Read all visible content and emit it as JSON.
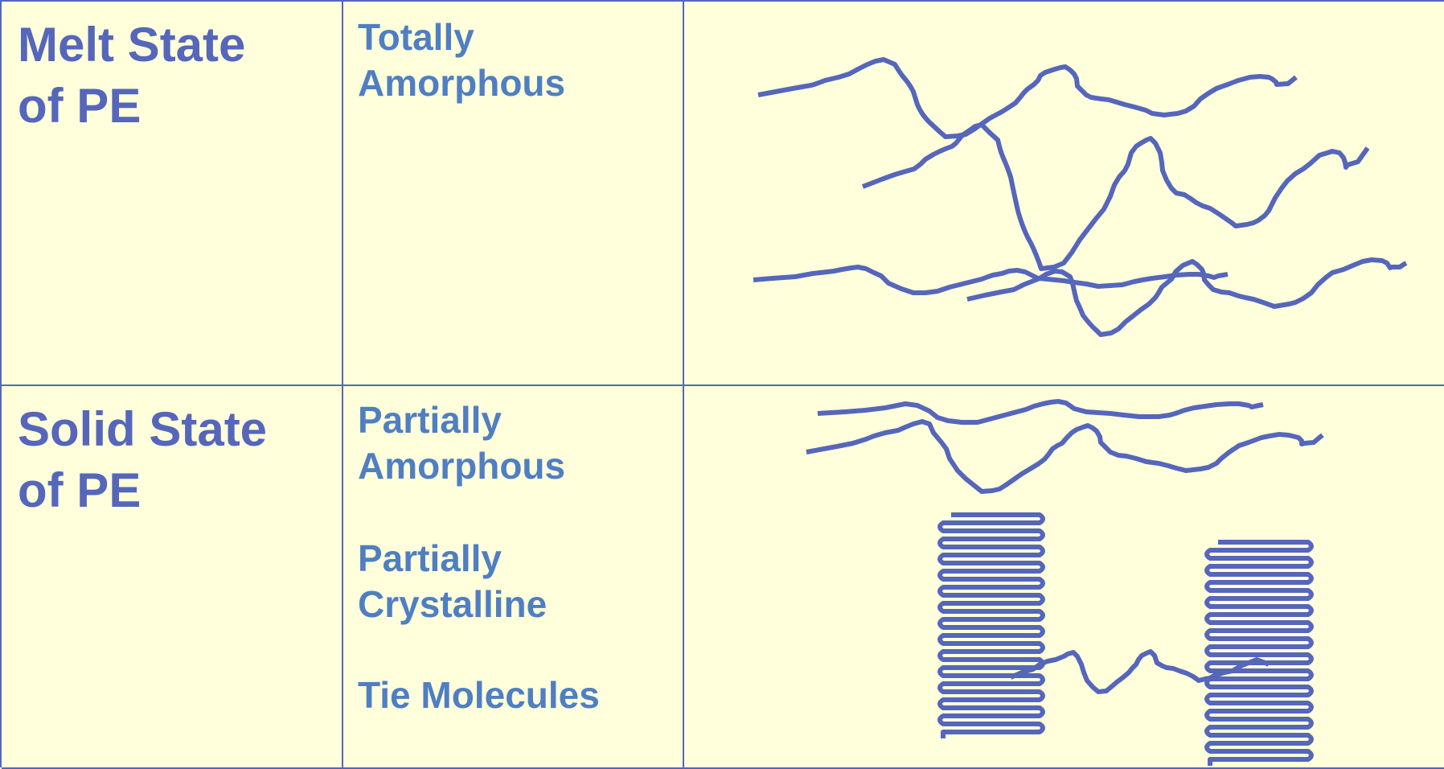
{
  "rows": [
    {
      "title": "Melt State\nof PE",
      "descriptions": [
        "Totally\nAmorphous"
      ]
    },
    {
      "title": "Solid State\nof PE",
      "descriptions": [
        "Partially\nAmorphous",
        "Partially\nCrystalline",
        "Tie Molecules"
      ]
    }
  ],
  "colors": {
    "background": "#ffffdc",
    "grid_line": "#5566bb",
    "title_text": "#5566bb",
    "description_text": "#4f7fc2",
    "chain_stroke": "#5566bb"
  }
}
